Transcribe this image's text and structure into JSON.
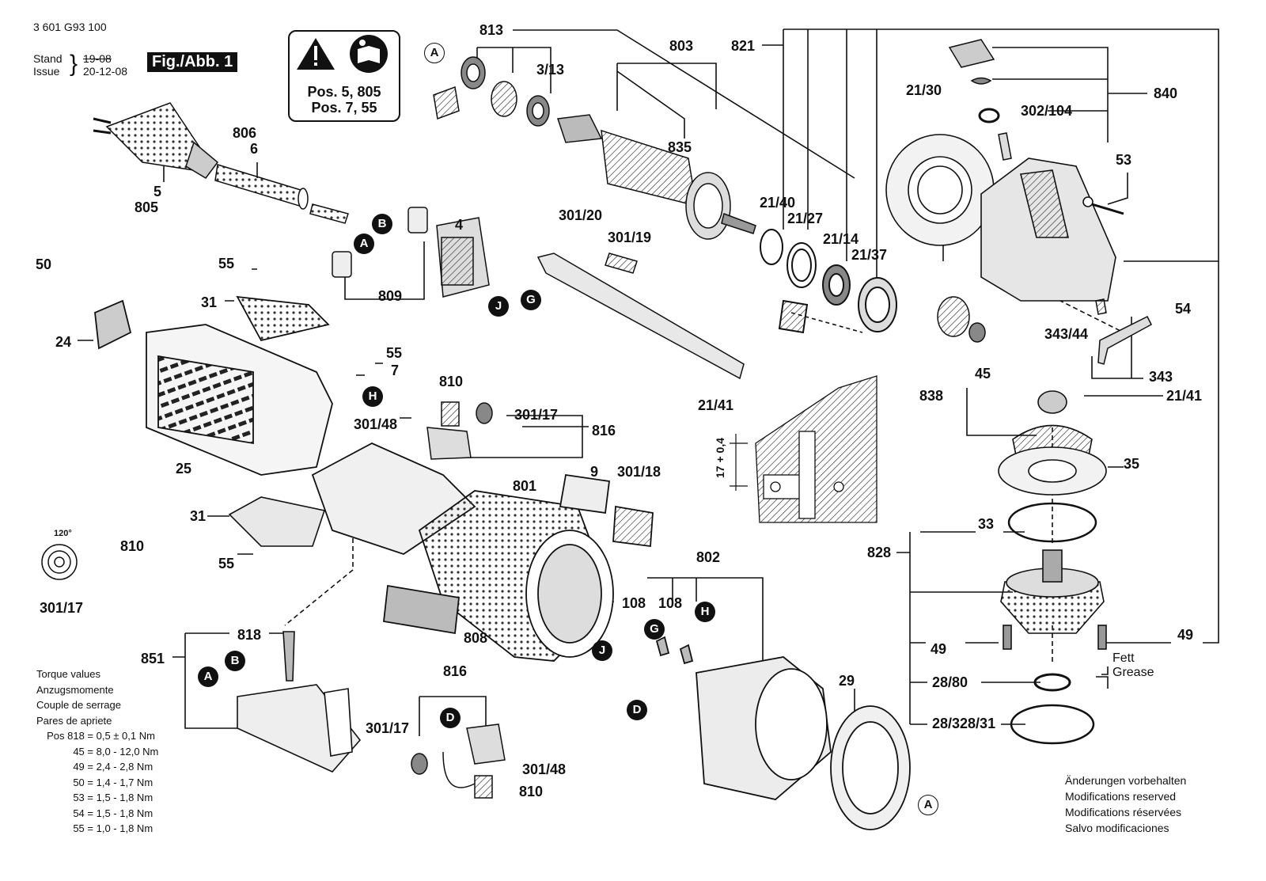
{
  "header": {
    "doc_number": "3 601 G93 100",
    "stand_label": "Stand",
    "issue_label": "Issue",
    "stand_value": "19-08",
    "issue_value": "20-12-08",
    "figure": "Fig./Abb. 1"
  },
  "warning": {
    "pos_line1": "Pos. 5, 805",
    "pos_line2": "Pos. 7, 55"
  },
  "part_labels": [
    {
      "id": "lbl-813",
      "text": "813"
    },
    {
      "id": "lbl-3-13",
      "text": "3/13"
    },
    {
      "id": "lbl-803",
      "text": "803"
    },
    {
      "id": "lbl-835",
      "text": "835"
    },
    {
      "id": "lbl-821",
      "text": "821"
    },
    {
      "id": "lbl-21-30",
      "text": "21/30"
    },
    {
      "id": "lbl-840",
      "text": "840"
    },
    {
      "id": "lbl-302-104",
      "text": "302/104"
    },
    {
      "id": "lbl-53",
      "text": "53"
    },
    {
      "id": "lbl-806",
      "text": "806"
    },
    {
      "id": "lbl-6",
      "text": "6"
    },
    {
      "id": "lbl-5",
      "text": "5"
    },
    {
      "id": "lbl-805",
      "text": "805"
    },
    {
      "id": "lbl-809",
      "text": "809"
    },
    {
      "id": "lbl-4",
      "text": "4"
    },
    {
      "id": "lbl-301-20",
      "text": "301/20"
    },
    {
      "id": "lbl-301-19",
      "text": "301/19"
    },
    {
      "id": "lbl-21-40",
      "text": "21/40"
    },
    {
      "id": "lbl-21-27",
      "text": "21/27"
    },
    {
      "id": "lbl-21-14",
      "text": "21/14"
    },
    {
      "id": "lbl-21-37",
      "text": "21/37"
    },
    {
      "id": "lbl-54",
      "text": "54"
    },
    {
      "id": "lbl-343-44",
      "text": "343/44"
    },
    {
      "id": "lbl-343",
      "text": "343"
    },
    {
      "id": "lbl-45",
      "text": "45"
    },
    {
      "id": "lbl-838",
      "text": "838"
    },
    {
      "id": "lbl-21-41-right",
      "text": "21/41"
    },
    {
      "id": "lbl-50",
      "text": "50"
    },
    {
      "id": "lbl-55-top",
      "text": "55"
    },
    {
      "id": "lbl-31-top",
      "text": "31"
    },
    {
      "id": "lbl-24",
      "text": "24"
    },
    {
      "id": "lbl-25",
      "text": "25"
    },
    {
      "id": "lbl-55-mid",
      "text": "55"
    },
    {
      "id": "lbl-7",
      "text": "7"
    },
    {
      "id": "lbl-810-top",
      "text": "810"
    },
    {
      "id": "lbl-301-48-top",
      "text": "301/48"
    },
    {
      "id": "lbl-301-17-top",
      "text": "301/17"
    },
    {
      "id": "lbl-816-top",
      "text": "816"
    },
    {
      "id": "lbl-21-41-detail",
      "text": "21/41"
    },
    {
      "id": "lbl-17-04",
      "text": "17 + 0,4"
    },
    {
      "id": "lbl-35",
      "text": "35"
    },
    {
      "id": "lbl-801",
      "text": "801"
    },
    {
      "id": "lbl-9",
      "text": "9"
    },
    {
      "id": "lbl-301-18",
      "text": "301/18"
    },
    {
      "id": "lbl-31-bottom",
      "text": "31"
    },
    {
      "id": "lbl-120deg",
      "text": "120°"
    },
    {
      "id": "lbl-810-left",
      "text": "810"
    },
    {
      "id": "lbl-55-bottom",
      "text": "55"
    },
    {
      "id": "lbl-301-17-left",
      "text": "301/17"
    },
    {
      "id": "lbl-802",
      "text": "802"
    },
    {
      "id": "lbl-108-a",
      "text": "108"
    },
    {
      "id": "lbl-108-b",
      "text": "108"
    },
    {
      "id": "lbl-33",
      "text": "33"
    },
    {
      "id": "lbl-828",
      "text": "828"
    },
    {
      "id": "lbl-818",
      "text": "818"
    },
    {
      "id": "lbl-851",
      "text": "851"
    },
    {
      "id": "lbl-808",
      "text": "808"
    },
    {
      "id": "lbl-49-left",
      "text": "49"
    },
    {
      "id": "lbl-49-right",
      "text": "49"
    },
    {
      "id": "lbl-fett",
      "text": "Fett"
    },
    {
      "id": "lbl-grease",
      "text": "Grease"
    },
    {
      "id": "lbl-28-80",
      "text": "28/80"
    },
    {
      "id": "lbl-29",
      "text": "29"
    },
    {
      "id": "lbl-816-bottom",
      "text": "816"
    },
    {
      "id": "lbl-301-17-bottom",
      "text": "301/17"
    },
    {
      "id": "lbl-301-48-bottom",
      "text": "301/48"
    },
    {
      "id": "lbl-810-bottom",
      "text": "810"
    },
    {
      "id": "lbl-28-328-31",
      "text": "28/328/31"
    }
  ],
  "callouts": [
    {
      "id": "co-A-top",
      "text": "A",
      "style": "light"
    },
    {
      "id": "co-B-top",
      "text": "B",
      "style": "dark"
    },
    {
      "id": "co-A-plug",
      "text": "A",
      "style": "dark"
    },
    {
      "id": "co-J-switch",
      "text": "J",
      "style": "dark"
    },
    {
      "id": "co-G-switch",
      "text": "G",
      "style": "dark"
    },
    {
      "id": "co-H-brush",
      "text": "H",
      "style": "dark"
    },
    {
      "id": "co-B-base",
      "text": "B",
      "style": "dark"
    },
    {
      "id": "co-A-base",
      "text": "A",
      "style": "dark"
    },
    {
      "id": "co-J-stator",
      "text": "J",
      "style": "dark"
    },
    {
      "id": "co-G-stator",
      "text": "G",
      "style": "dark"
    },
    {
      "id": "co-H-stator",
      "text": "H",
      "style": "dark"
    },
    {
      "id": "co-D-stator",
      "text": "D",
      "style": "dark"
    },
    {
      "id": "co-D-brush",
      "text": "D",
      "style": "dark"
    },
    {
      "id": "co-A-bottom",
      "text": "A",
      "style": "light"
    }
  ],
  "torque": {
    "title_en": "Torque values",
    "title_de": "Anzugsmomente",
    "title_fr": "Couple de serrage",
    "title_es": "Pares de apriete",
    "rows": [
      {
        "pos": "Pos 818 =",
        "value": "0,5 ± 0,1 Nm"
      },
      {
        "pos": "45 =",
        "value": "8,0 - 12,0 Nm"
      },
      {
        "pos": "49 =",
        "value": "2,4 - 2,8 Nm"
      },
      {
        "pos": "50 =",
        "value": "1,4 - 1,7 Nm"
      },
      {
        "pos": "53 =",
        "value": "1,5 - 1,8 Nm"
      },
      {
        "pos": "54 =",
        "value": "1,5 - 1,8 Nm"
      },
      {
        "pos": "55 =",
        "value": "1,0 - 1,8 Nm"
      }
    ]
  },
  "modifications": {
    "de": "Änderungen vorbehalten",
    "en": "Modifications reserved",
    "fr": "Modifications réservées",
    "es": "Salvo modificaciones"
  },
  "colors": {
    "ink": "#111111",
    "paper": "#ffffff",
    "shade": "#8a8a8a",
    "light_shade": "#d6d6d6"
  }
}
